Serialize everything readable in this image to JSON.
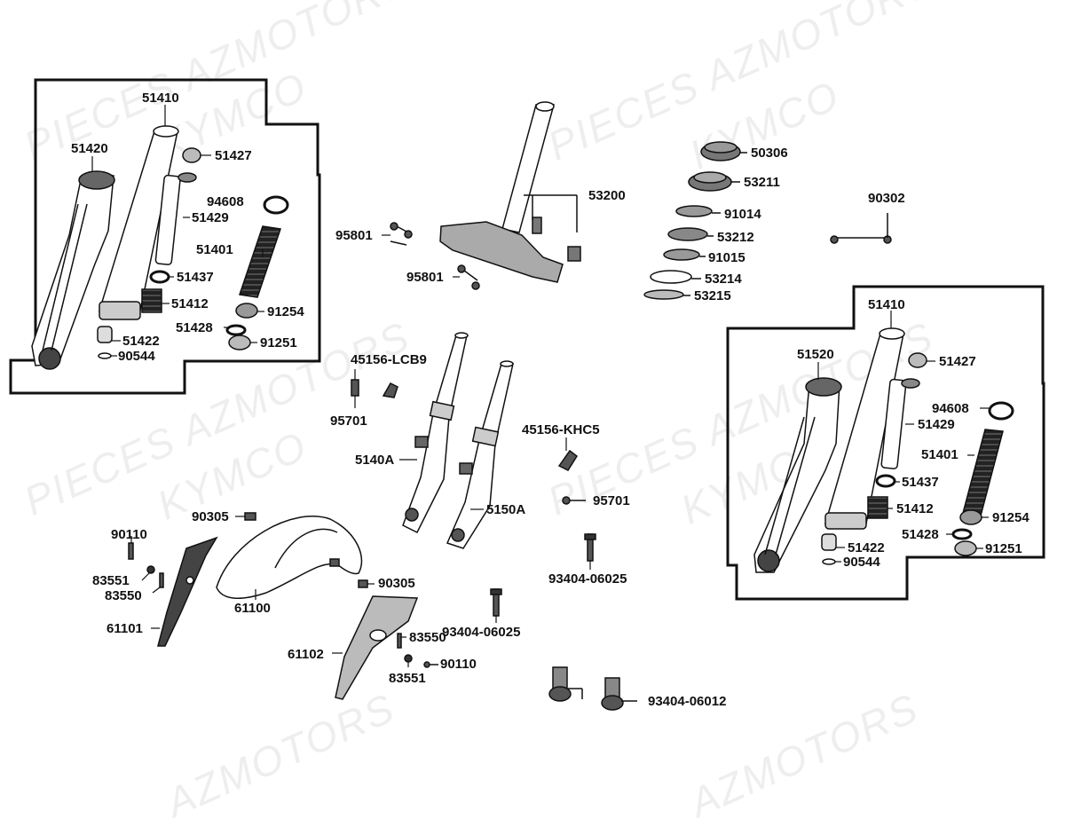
{
  "watermarks": [
    "PIECES AZMOTORS",
    "KYMCO",
    "PIECES AZMOTORS",
    "KYMCO",
    "PIECES AZMOTORS",
    "KYMCO",
    "PIECES AZMOTORS",
    "KYMCO",
    "AZMOTORS",
    "AZMOTORS"
  ],
  "parts": {
    "p51410_l": "51410",
    "p51420": "51420",
    "p51427_l": "51427",
    "p94608_l": "94608",
    "p51429_l": "51429",
    "p51401_l": "51401",
    "p51437_l": "51437",
    "p51412_l": "51412",
    "p91254_l": "91254",
    "p51428_l": "51428",
    "p91251_l": "91251",
    "p51422_l": "51422",
    "p90544_l": "90544",
    "p53200": "53200",
    "p95801_a": "95801",
    "p95801_b": "95801",
    "p50306": "50306",
    "p53211": "53211",
    "p91014": "91014",
    "p53212": "53212",
    "p91015": "91015",
    "p53214": "53214",
    "p53215": "53215",
    "p90302": "90302",
    "p45156lcb9": "45156-LCB9",
    "p95701_a": "95701",
    "p5140a": "5140A",
    "p5150a": "5150A",
    "p45156khc5": "45156-KHC5",
    "p95701_b": "95701",
    "p93404_06025_a": "93404-06025",
    "p93404_06025_b": "93404-06025",
    "p93404_06012": "93404-06012",
    "p90305_a": "90305",
    "p90305_b": "90305",
    "p90110_a": "90110",
    "p90110_b": "90110",
    "p83551_a": "83551",
    "p83551_b": "83551",
    "p83550_a": "83550",
    "p83550_b": "83550",
    "p61100": "61100",
    "p61101": "61101",
    "p61102": "61102",
    "p51410_r": "51410",
    "p51520": "51520",
    "p51427_r": "51427",
    "p94608_r": "94608",
    "p51429_r": "51429",
    "p51401_r": "51401",
    "p51437_r": "51437",
    "p51412_r": "51412",
    "p91254_r": "91254",
    "p51428_r": "51428",
    "p91251_r": "91251",
    "p51422_r": "51422",
    "p90544_r": "90544"
  }
}
